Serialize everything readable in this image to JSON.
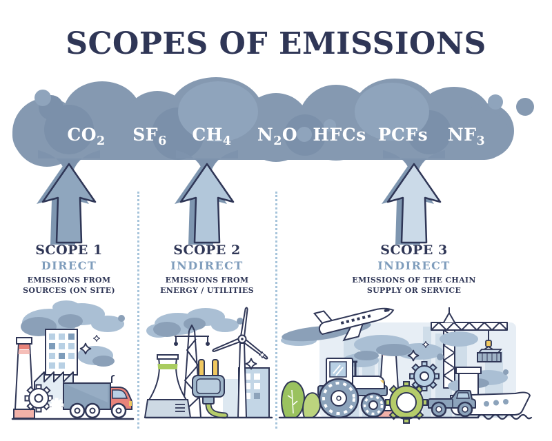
{
  "title": "SCOPES OF EMISSIONS",
  "palette": {
    "navy": "#2f3656",
    "cloud_base": "#8599b1",
    "cloud_dark": "#7b90aa",
    "cloud_light": "#8fa4bc",
    "funnel": "#7e93ad",
    "arrow_shadow": "#7e96b0",
    "arrow1_fill": "#8fa6be",
    "arrow2_fill": "#b2c7da",
    "arrow3_fill": "#cbdae8",
    "accent_blue": "#7f9dbc",
    "divider_blue": "#a6c4db",
    "red": "#e8837a",
    "pink": "#f5beb8",
    "yellow": "#f0c860",
    "green": "#9ac25f",
    "cable_green": "#b5cc6a",
    "smoke_light": "#aabfd4",
    "smoke_dark": "#8ba0b8"
  },
  "cloud": {
    "gases": [
      {
        "name": "CO2",
        "main": "CO",
        "sub": "2",
        "tail": ""
      },
      {
        "name": "SF6",
        "main": "SF",
        "sub": "6",
        "tail": ""
      },
      {
        "name": "CH4",
        "main": "CH",
        "sub": "4",
        "tail": ""
      },
      {
        "name": "N2O",
        "main": "N",
        "sub": "2",
        "tail": "O"
      },
      {
        "name": "HFCs",
        "main": "HFCs",
        "sub": "",
        "tail": ""
      },
      {
        "name": "PCFs",
        "main": "PCFs",
        "sub": "",
        "tail": ""
      },
      {
        "name": "NF3",
        "main": "NF",
        "sub": "3",
        "tail": ""
      }
    ]
  },
  "scopes": [
    {
      "title": "SCOPE 1",
      "type": "DIRECT",
      "desc": "EMISSIONS FROM\nSOURCES (ON SITE)",
      "illustration": "factory with smoke, chimney, gears and truck"
    },
    {
      "title": "SCOPE 2",
      "type": "INDIRECT",
      "desc": "EMISSIONS FROM\nENERGY / UTILITIES",
      "illustration": "cooling tower, power pylon, electric plug and wind turbine"
    },
    {
      "title": "SCOPE 3",
      "type": "INDIRECT",
      "desc": "EMISSIONS OF THE CHAIN\nSUPPLY OR SERVICE",
      "illustration": "airplane, city, chimney, tractor, crane, gears, pickup truck and ship"
    }
  ]
}
